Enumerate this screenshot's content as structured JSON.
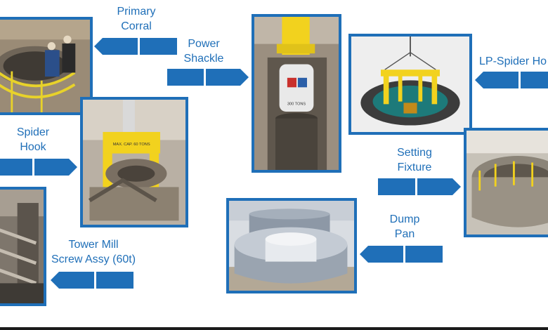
{
  "labels": {
    "primary_corral": [
      "Primary",
      "Corral"
    ],
    "power_shackle": [
      "Power",
      "Shackle"
    ],
    "lp_spider_hook": "LP-Spider Ho",
    "spider_hook": [
      "Spider",
      "Hook"
    ],
    "setting_fixture": [
      "Setting",
      "Fixture"
    ],
    "dump_pan": [
      "Dump",
      "Pan"
    ],
    "tower_mill": [
      "Tower Mill",
      "Screw Assy (60t)"
    ]
  },
  "photo_text": {
    "spider_hook_tag": "MAX. CAP. 60 TONS",
    "shackle_tag": "300 TONS"
  },
  "colors": {
    "accent_blue": "#1f6fb8",
    "arrow_blue": "#1f6fb8",
    "steel_yellow": "#f2d21e"
  }
}
